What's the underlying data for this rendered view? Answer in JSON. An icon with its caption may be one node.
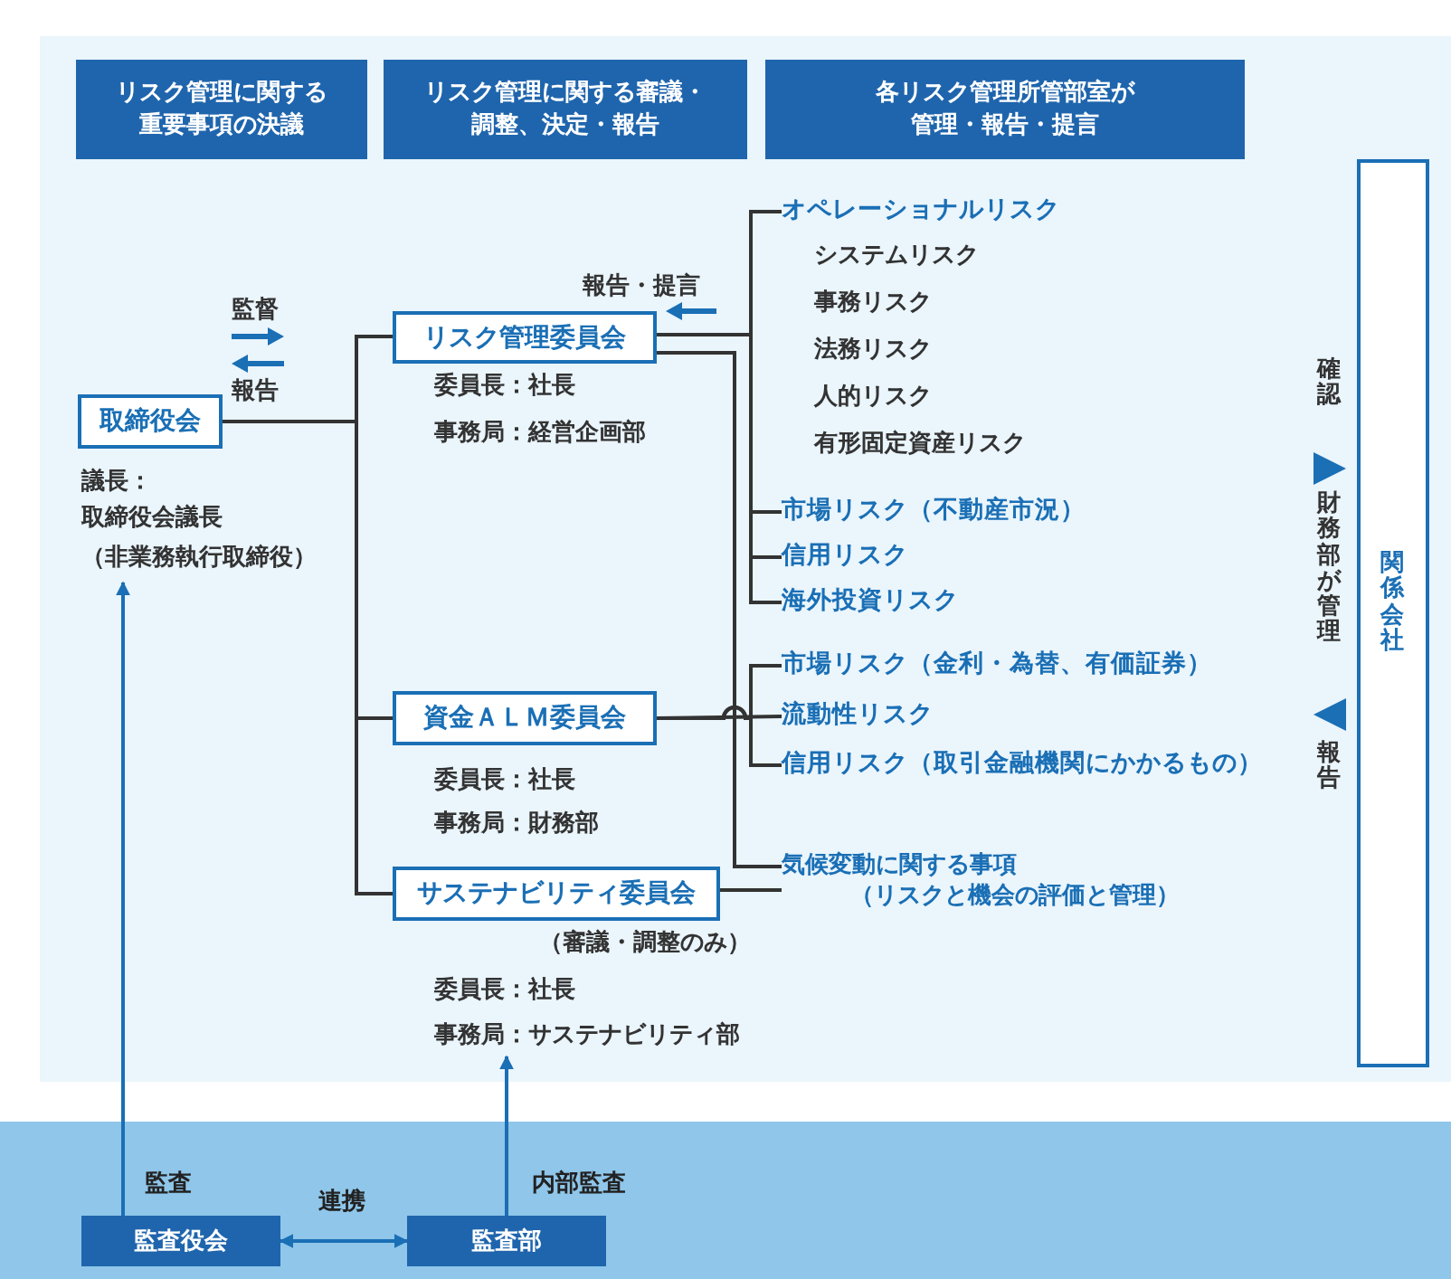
{
  "diagram": {
    "nodes": [
      {
        "text": [
          "リスク管理に関する重要事項の決議"
        ]
      },
      {
        "text": [
          "リスク管理に関する審議・調整、決定・報告"
        ]
      },
      {
        "text": [
          "各リスク管理所管部室が管理・報告・提言"
        ]
      },
      {
        "text": [
          "取締役会"
        ],
        "beside": [
          "議長：",
          "取締役会議長",
          "（非業務執行取締役）"
        ]
      },
      {
        "text": [
          "リスク管理委員会"
        ],
        "beside": [
          "委員長：社長",
          "事務局：経営企画部"
        ]
      },
      {
        "text": [
          "資金ＡＬＭ委員会"
        ],
        "beside": [
          "委員長：社長",
          "事務局：財務部"
        ]
      },
      {
        "text": [
          "サステナビリティ委員会"
        ],
        "beside": [
          "（審議・調整のみ）",
          "委員長：社長",
          "事務局：サステナビリティ部"
        ]
      },
      {
        "text": [
          "オペレーショナルリスク"
        ],
        "beside": [
          "システムリスク",
          "事務リスク",
          "法務リスク",
          "人的リスク",
          "有形固定資産リスク"
        ]
      },
      {
        "text": [
          "市場リスク（不動産市況）"
        ]
      },
      {
        "text": [
          "信用リスク"
        ]
      },
      {
        "text": [
          "海外投資リスク"
        ]
      },
      {
        "text": [
          "市場リスク（金利・為替、有価証券）"
        ]
      },
      {
        "text": [
          "流動性リスク"
        ]
      },
      {
        "text": [
          "信用リスク（取引金融機関にかかるもの）"
        ]
      },
      {
        "text": [
          "気候変動に関する事項（リスクと機会の評価と管理）"
        ]
      },
      {
        "text": [
          "関係会社"
        ],
        "beside": [
          "確認",
          "財務部が管理",
          "報告"
        ]
      },
      {
        "text": [
          "監査役会"
        ]
      },
      {
        "text": [
          "監査部"
        ]
      }
    ],
    "edges": [
      {
        "from": 3,
        "to": 4,
        "arrow": "none"
      },
      {
        "from": 3,
        "to": 5,
        "arrow": "none"
      },
      {
        "from": 3,
        "to": 6,
        "arrow": "none"
      },
      {
        "from": 4,
        "to": 7,
        "arrow": "none"
      },
      {
        "from": 4,
        "to": 8,
        "arrow": "none"
      },
      {
        "from": 4,
        "to": 9,
        "arrow": "none"
      },
      {
        "from": 4,
        "to": 10,
        "arrow": "none"
      },
      {
        "from": 4,
        "to": 14,
        "arrow": "none"
      },
      {
        "from": 5,
        "to": 11,
        "arrow": "none"
      },
      {
        "from": 5,
        "to": 12,
        "arrow": "none"
      },
      {
        "from": 5,
        "to": 13,
        "arrow": "none"
      },
      {
        "from": 6,
        "to": 14,
        "arrow": "none"
      },
      {
        "from": 16,
        "to": 3,
        "arrow": "to",
        "label": "監査",
        "color": "#1a6fb5"
      },
      {
        "from": 17,
        "to": 6,
        "arrow": "to",
        "label": "内部監査",
        "color": "#1a6fb5"
      },
      {
        "from": 16,
        "to": 17,
        "arrow": "both",
        "label": "連携",
        "color": "#1a6fb5"
      }
    ],
    "labels": [
      "監督",
      "報告",
      "報告・提言"
    ]
  }
}
